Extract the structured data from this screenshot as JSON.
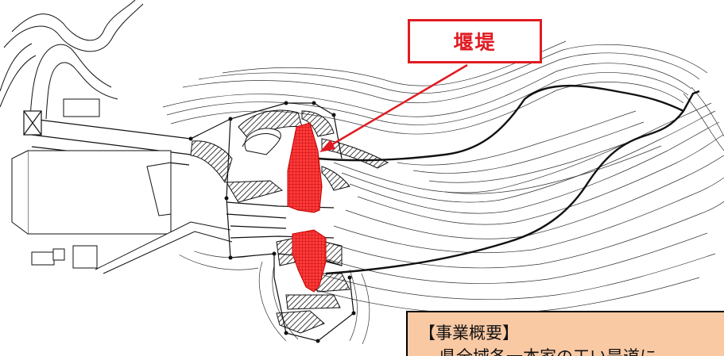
{
  "dam_label": "堰堤",
  "summary": {
    "title": "【事業概要】",
    "body": "県全域各一本家の工い是道に"
  },
  "colors": {
    "accent_red": "#e01b22",
    "summary_background": "#f9c9a4",
    "line": "#111111"
  }
}
